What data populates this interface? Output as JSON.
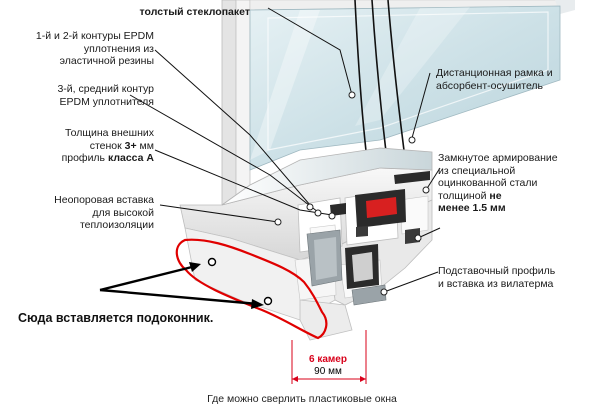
{
  "labels": {
    "glass_top": "толстый стеклопакет",
    "epdm12": [
      "1-й и 2-й контуры EPDM",
      "уплотнения из",
      "эластичной резины"
    ],
    "epdm3": [
      "3-й, средний контур",
      "EPDM уплотнителя"
    ],
    "walls": {
      "l1": "Толщина внешних",
      "l2a": "стенок ",
      "l2b": "3+",
      "l2c": " мм",
      "l3a": "профиль ",
      "l3b": "класса А"
    },
    "insert": [
      "Неопоровая вставка",
      "для высокой",
      "теплоизоляции"
    ],
    "spacer": [
      "Дистанционная рамка и",
      "абсорбент-осушитель"
    ],
    "reinforce": {
      "l1": "Замкнутое армирование",
      "l2": "из специальной",
      "l3": "оцинкованной стали",
      "l4a": "толщиной ",
      "l4b": "не",
      "l5": "менее 1.5 мм"
    },
    "support": [
      "Подставочный профиль",
      "и вставка из вилатерма"
    ]
  },
  "chambers": {
    "count_label": "6 камер",
    "width_label": "90 мм"
  },
  "note": "Сюда вставляется подоконник.",
  "caption": "Где можно сверлить пластиковые окна",
  "colors": {
    "outline": "#e00000",
    "dim": "#d8001a",
    "profile": "#f2f2f2",
    "glass": "#cfe4ea",
    "metal": "#333333",
    "steel_inner": "#d82020"
  }
}
